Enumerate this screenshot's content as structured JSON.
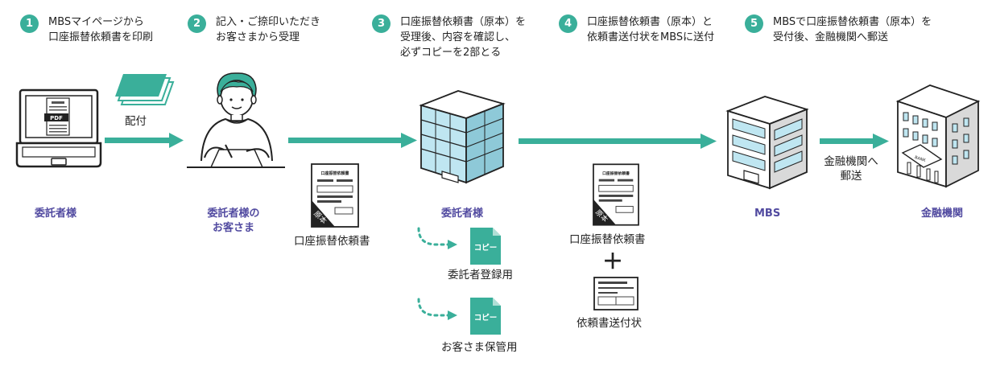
{
  "steps": [
    {
      "num": "1",
      "line1": "MBSマイページから",
      "line2": "口座振替依頼書を印刷",
      "line3": ""
    },
    {
      "num": "2",
      "line1": "記入・ご捺印いただき",
      "line2": "お客さまから受理",
      "line3": ""
    },
    {
      "num": "3",
      "line1": "口座振替依頼書（原本）を",
      "line2": "受理後、内容を確認し、",
      "line3": "必ずコピーを2部とる"
    },
    {
      "num": "4",
      "line1": "口座振替依頼書（原本）と",
      "line2": "依頼書送付状をMBSに送付",
      "line3": ""
    },
    {
      "num": "5",
      "line1": "MBSで口座振替依頼書（原本）を",
      "line2": "受付後、金融機関へ郵送",
      "line3": ""
    }
  ],
  "actors": {
    "consignor": "委託者様",
    "customer_line1": "委託者様の",
    "customer_line2": "お客さま",
    "consignor2": "委託者様",
    "mbs": "MBS",
    "bank": "金融機関"
  },
  "labels": {
    "distribute": "配付",
    "form": "口座振替依頼書",
    "copy_register": "委託者登録用",
    "copy_customer": "お客さま保管用",
    "form2": "口座振替依頼書",
    "plus": "＋",
    "cover_letter": "依頼書送付状",
    "mail_line1": "金融機関へ",
    "mail_line2": "郵送"
  },
  "icon_text": {
    "pdf": "PDF",
    "original": "原本",
    "copy": "コピー",
    "form_title": "口座振替依頼書",
    "bank_sign": "BANK"
  },
  "colors": {
    "accent": "#3aaf9a",
    "actor": "#514aa0",
    "building_glass": "#bfe6f1"
  }
}
